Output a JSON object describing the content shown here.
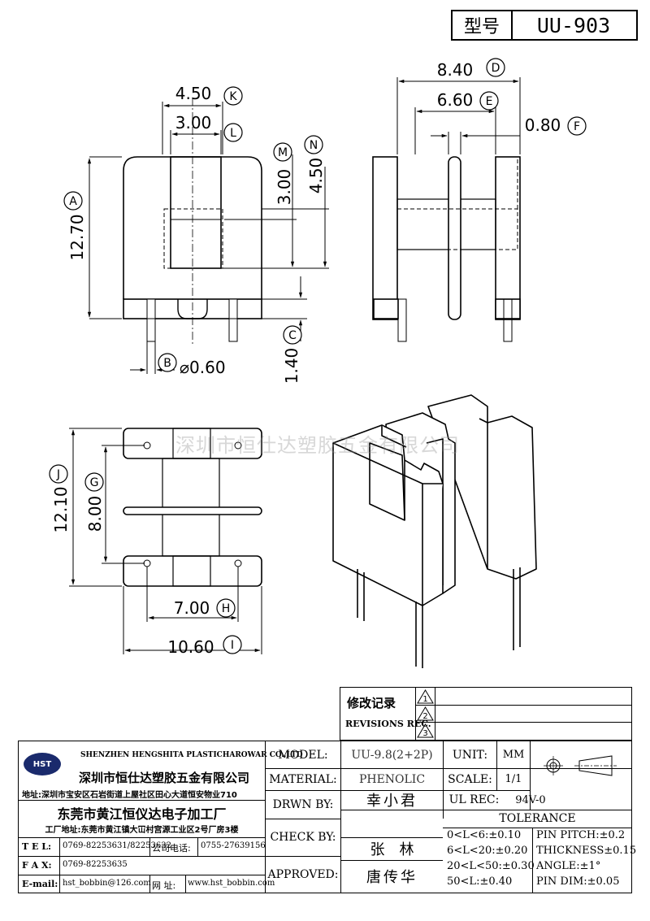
{
  "header": {
    "type_label": "型号",
    "model_code": "UU-903"
  },
  "dimensions": {
    "A": {
      "label": "A",
      "value": "12.70"
    },
    "B": {
      "label": "B",
      "value": "⌀0.60"
    },
    "C": {
      "label": "C",
      "value": "1.40"
    },
    "D": {
      "label": "D",
      "value": "8.40"
    },
    "E": {
      "label": "E",
      "value": "6.60"
    },
    "F": {
      "label": "F",
      "value": "0.80"
    },
    "G": {
      "label": "G",
      "value": "8.00"
    },
    "H": {
      "label": "H",
      "value": "7.00"
    },
    "I": {
      "label": "I",
      "value": "10.60"
    },
    "J": {
      "label": "J",
      "value": "12.10"
    },
    "K": {
      "label": "K",
      "value": "4.50"
    },
    "L": {
      "label": "L",
      "value": "3.00"
    },
    "M": {
      "label": "M",
      "value": "3.00"
    },
    "N": {
      "label": "N",
      "value": "4.50"
    }
  },
  "watermark": "深圳市恒仕达塑胶五金有限公司",
  "revisions": {
    "title_cn": "修改记录",
    "title_en": "REVISIONS REC.",
    "marks": [
      "1",
      "2",
      "3"
    ]
  },
  "company": {
    "logo_text": "HST",
    "name_en": "SHENZHEN HENGSHITA PLASTICHAROWAR CO.,LTD",
    "name_cn": "深圳市恒仕达塑胶五金有限公司",
    "address_sz": "地址:深圳市宝安区石岩街道上屋社区田心大道恒安物业710",
    "factory_name": "东莞市黄江恒仪达电子加工厂",
    "factory_address": "工厂地址:东莞市黄江镇大冚村宫源工业区2号厂房3楼",
    "tel_label": "T E L:",
    "tel_value": "0769-82253631/82253632",
    "company_phone_label": "公司电话:",
    "company_phone_value": "0755-27639156",
    "fax_label": "F A X:",
    "fax_value": "0769-82253635",
    "email_label": "E-mail:",
    "email_value": "hst_bobbin@126.com",
    "web_label": "网 址:",
    "web_value": "www.hst_bobbin.com"
  },
  "title_block": {
    "model_label": "MODEL:",
    "model_value": "UU-9.8(2+2P)",
    "unit_label": "UNIT:",
    "unit_value": "MM",
    "material_label": "MATERIAL:",
    "material_value": "PHENOLIC",
    "scale_label": "SCALE:",
    "scale_value": "1/1",
    "ul_label": "UL REC:",
    "ul_value": "94V-0",
    "tolerance_label": "TOLERANCE",
    "drawn_label": "DRWN BY:",
    "drawn_value": "幸小君",
    "check_label": "CHECK BY:",
    "check_value": "张　林",
    "approved_label": "APPROVED:",
    "approved_value": "唐传华",
    "tolerances": [
      "0<L<6:±0.10",
      "6<L<20:±0.20",
      "20<L<50:±0.30",
      "50<L:±0.40"
    ],
    "tolerances_right": [
      "PIN PITCH:±0.2",
      "THICKNESS±0.15",
      "ANGLE:±1°",
      "PIN DIM:±0.05"
    ]
  }
}
